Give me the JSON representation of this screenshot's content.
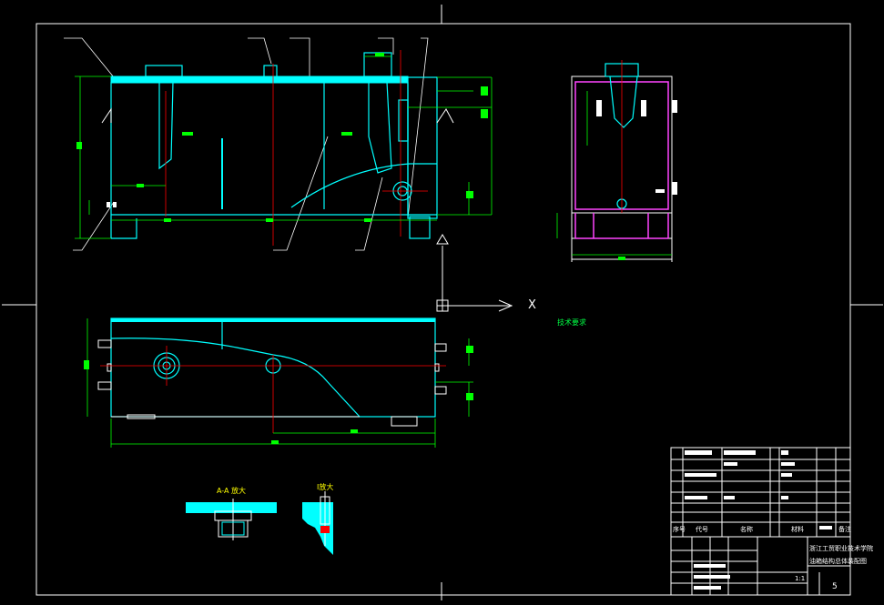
{
  "axis": {
    "x_label": "X"
  },
  "views": {
    "detail_a": "A-A 放大",
    "detail_i": "I放大"
  },
  "tech_notes": {
    "heading": "技术要求",
    "items": []
  },
  "title_block": {
    "header_index": "序号",
    "header_code": "代号",
    "header_name": "名称",
    "header_material": "材料",
    "header_remark": "备注",
    "drawing_number": "5",
    "scale": "1:1",
    "school": "浙江工贸职业技术学院",
    "title": "油箱结构总体装配图"
  },
  "colors": {
    "frame": "#ffffff",
    "tank": "#00ffff",
    "hidden": "#ff0000",
    "dimension": "#00ff00",
    "leader": "#ffffff",
    "base": "#ff44ff",
    "label": "#ffff00"
  }
}
